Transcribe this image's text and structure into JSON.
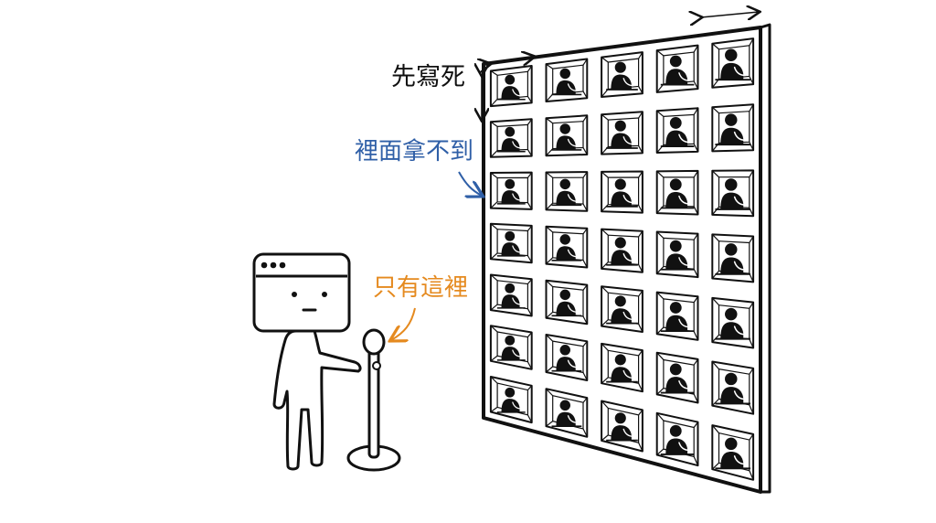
{
  "annotations": {
    "fixed_size": {
      "text": "先寫死"
    },
    "cannot_take": {
      "text": "裡面拿不到",
      "color": "#2f5fa7"
    },
    "only_here": {
      "text": "只有這裡",
      "color": "#e58a1f"
    }
  },
  "grid": {
    "rows": 7,
    "cols": 5
  },
  "icons": {
    "browser_character": "browser-window-character-icon",
    "microphone": "microphone-stand-icon",
    "cell_person": "person-at-desk-icon"
  }
}
